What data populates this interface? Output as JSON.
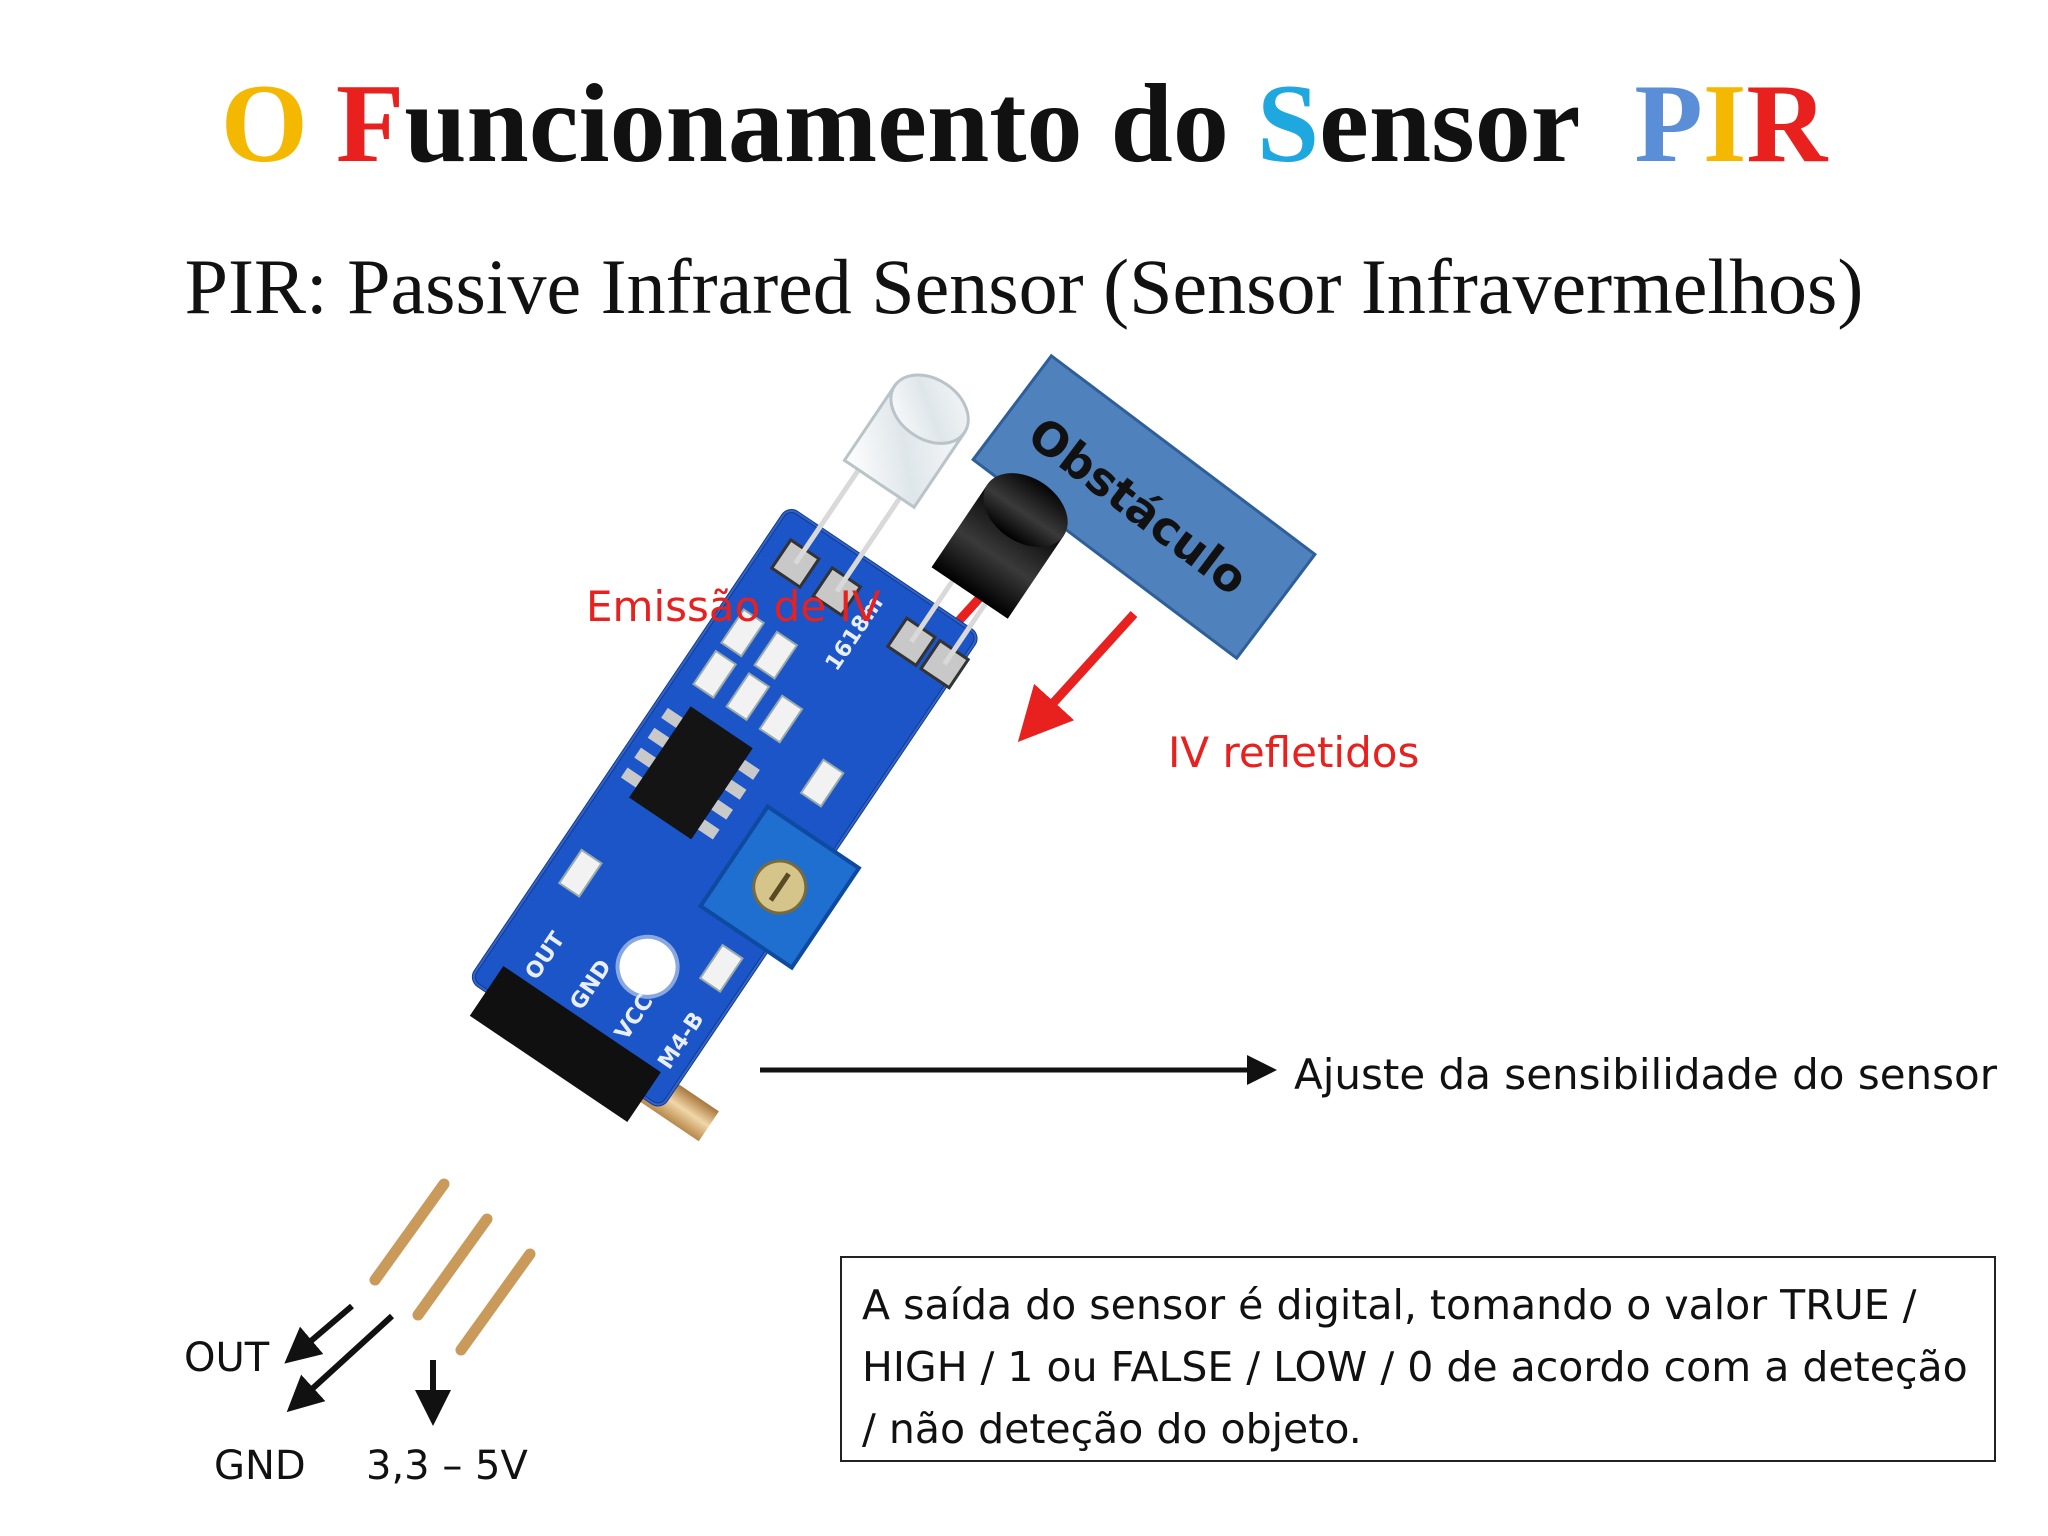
{
  "title": {
    "parts": [
      {
        "text": "O",
        "color": "#f5b800"
      },
      {
        "text": " ",
        "color": "#111111"
      },
      {
        "text": "F",
        "color": "#e8201e"
      },
      {
        "text": "uncionamento do ",
        "color": "#111111"
      },
      {
        "text": "S",
        "color": "#1fa8e0"
      },
      {
        "text": "ensor  ",
        "color": "#111111"
      },
      {
        "text": "P",
        "color": "#5a8ed6"
      },
      {
        "text": "I",
        "color": "#f5b800"
      },
      {
        "text": "R",
        "color": "#e8201e"
      }
    ]
  },
  "subtitle": "PIR: Passive Infrared Sensor (Sensor Infravermelhos)",
  "obstacle_label": "Obstáculo",
  "emission_label": "Emissão de IV",
  "reflected_label": "IV refletidos",
  "adjust_label": "Ajuste da sensibilidade do sensor",
  "pins": {
    "out": "OUT",
    "gnd": "GND",
    "vcc": "3,3 – 5V"
  },
  "board_print": {
    "pin_out": "OUT",
    "pin_gnd": "GND",
    "pin_vcc": "VCC",
    "model": "M4-B",
    "chip_code": "1618m"
  },
  "note": "A saída do sensor é digital, tomando o valor TRUE / HIGH / 1 ou FALSE / LOW / 0 de acordo com a deteção / não deteção do objeto.",
  "colors": {
    "obstacle_fill": "#4f81bd",
    "obstacle_border": "#2f5f9a",
    "arrow_red": "#e8201e",
    "board_blue": "#1b55c8",
    "text_red": "#e8201e"
  }
}
